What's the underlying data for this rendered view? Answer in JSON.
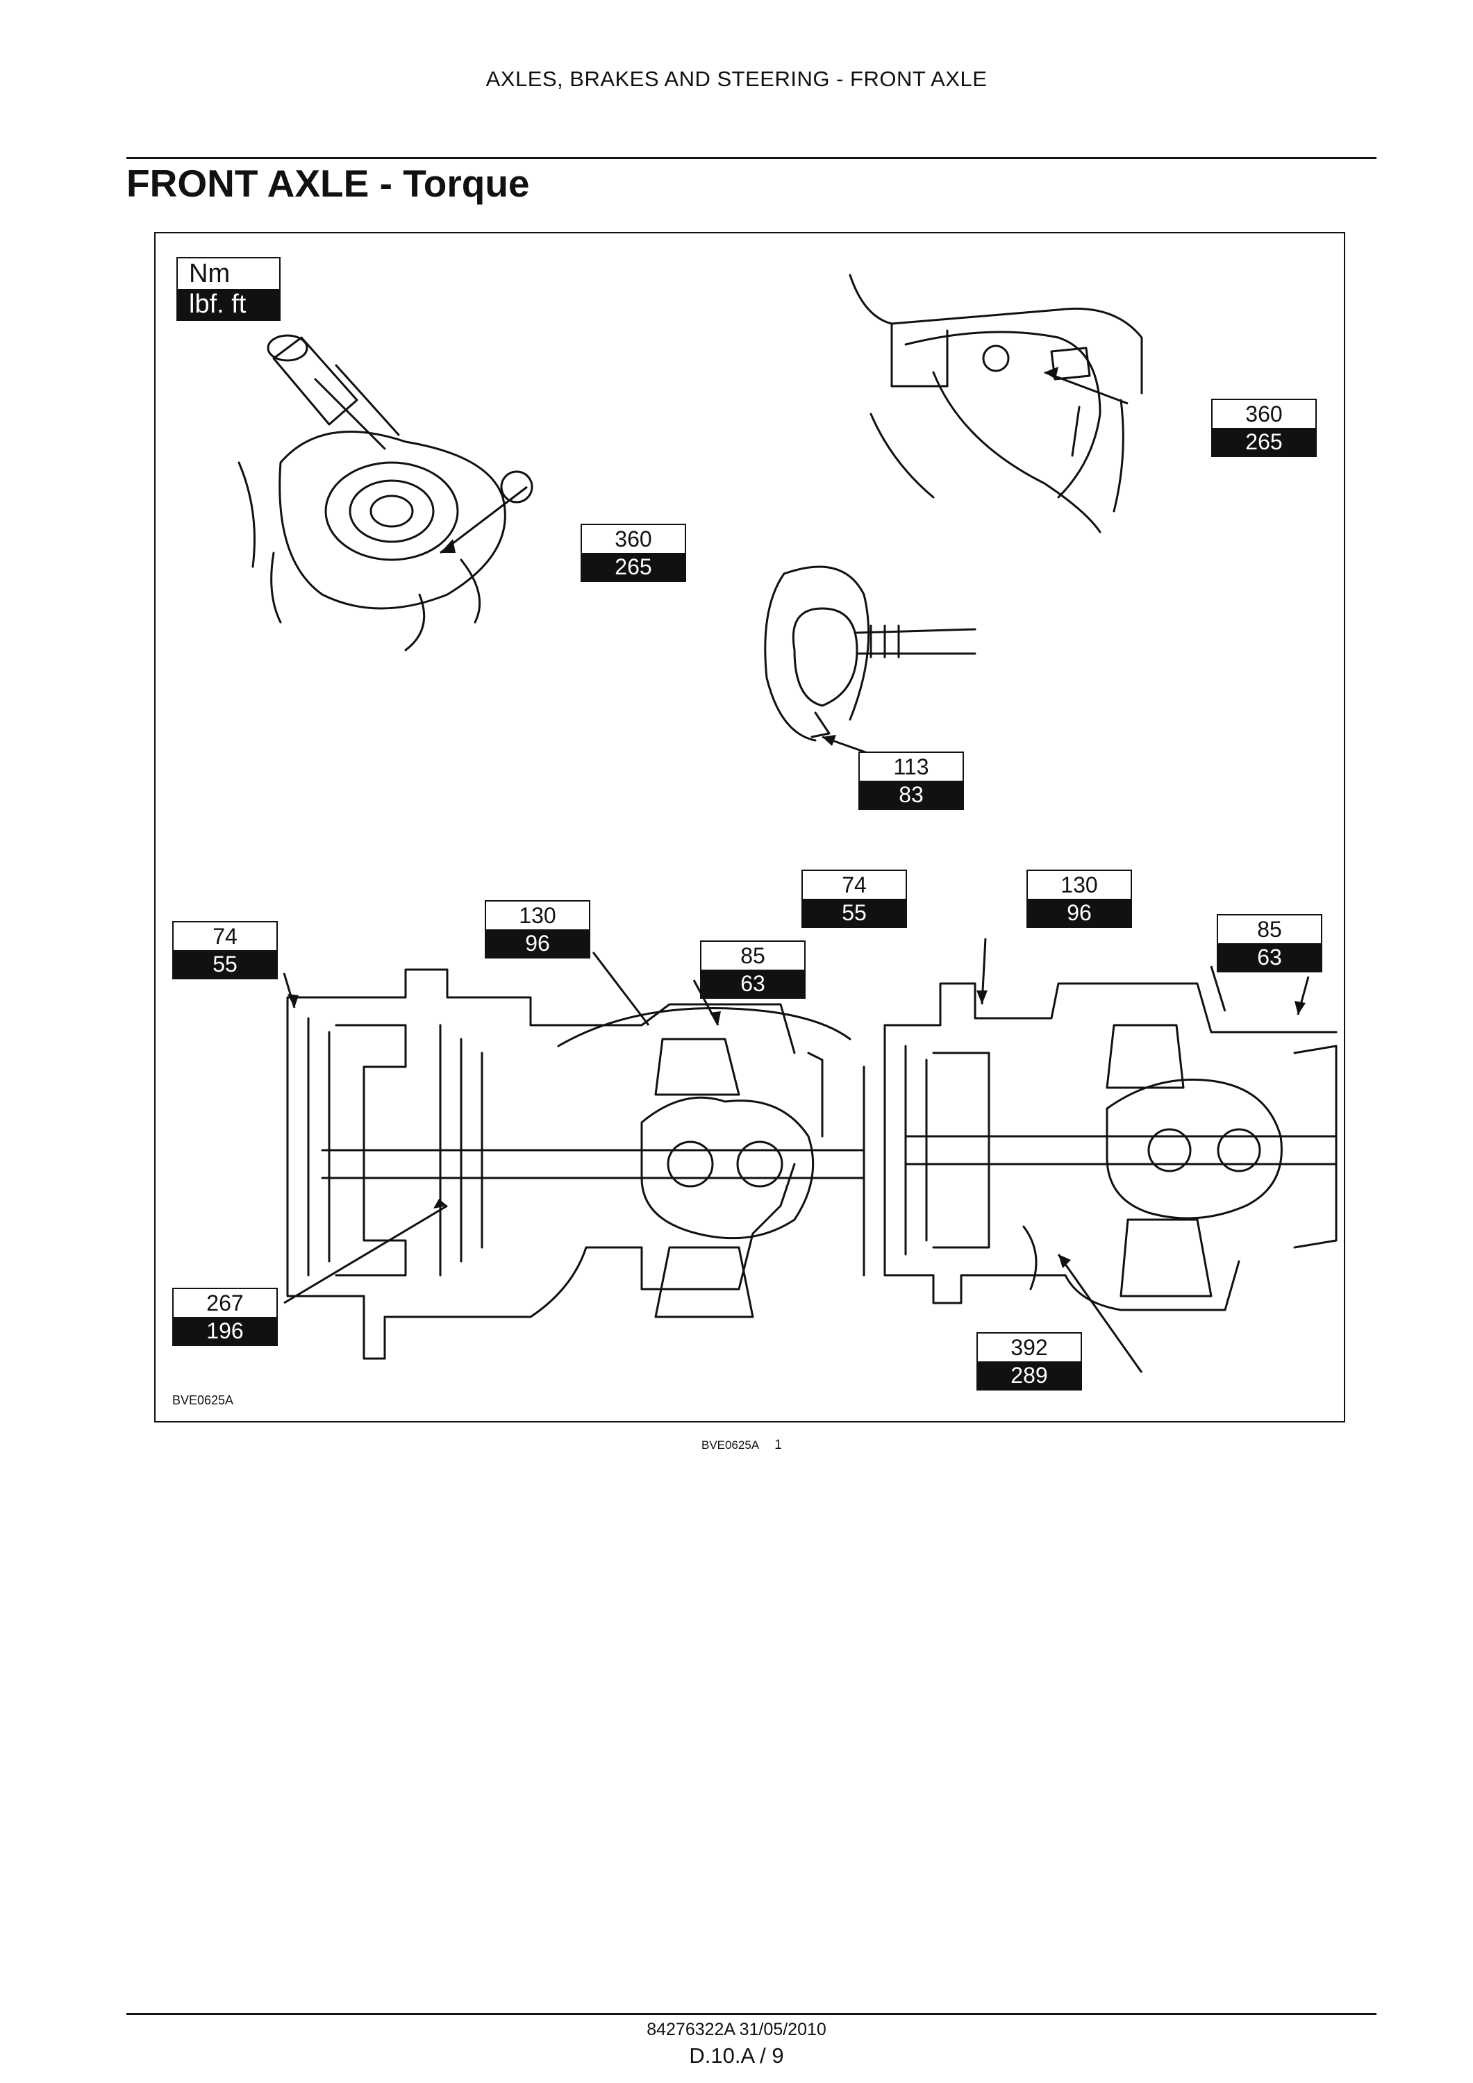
{
  "header": {
    "section": "AXLES, BRAKES AND STEERING - FRONT AXLE"
  },
  "page": {
    "title": "FRONT AXLE - Torque"
  },
  "figure": {
    "legend": {
      "metric": "Nm",
      "imperial": "lbf. ft"
    },
    "callouts": [
      {
        "nm": "360",
        "lbf": "265"
      },
      {
        "nm": "360",
        "lbf": "265"
      },
      {
        "nm": "113",
        "lbf": "83"
      },
      {
        "nm": "74",
        "lbf": "55"
      },
      {
        "nm": "130",
        "lbf": "96"
      },
      {
        "nm": "85",
        "lbf": "63"
      },
      {
        "nm": "267",
        "lbf": "196"
      },
      {
        "nm": "74",
        "lbf": "55"
      },
      {
        "nm": "130",
        "lbf": "96"
      },
      {
        "nm": "85",
        "lbf": "63"
      },
      {
        "nm": "392",
        "lbf": "289"
      }
    ],
    "drawing_code": "BVE0625A"
  },
  "caption": {
    "code": "BVE0625A",
    "number": "1"
  },
  "footer": {
    "doc_ref": "84276322A 31/05/2010",
    "page_ref": "D.10.A / 9"
  }
}
